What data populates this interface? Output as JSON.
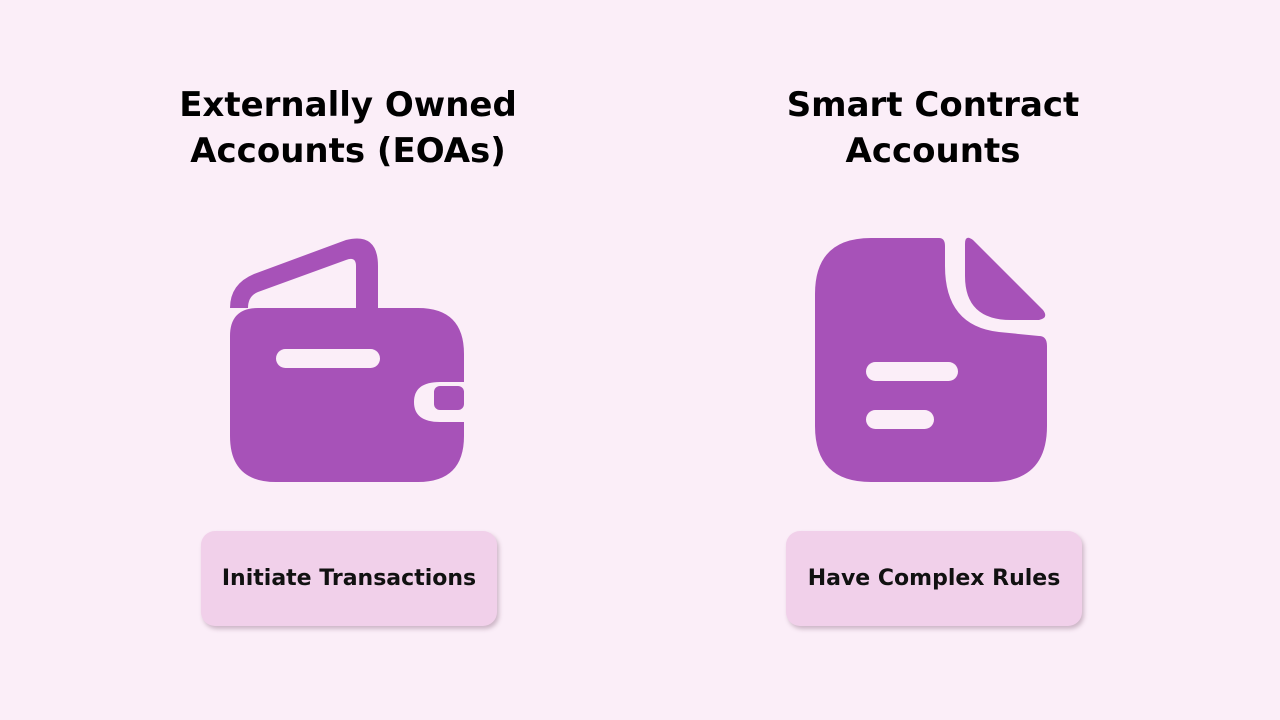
{
  "colors": {
    "background": "#fbeef8",
    "icon_fill": "#a752b8",
    "pill_fill": "#f1d0ea",
    "text": "#000000"
  },
  "left": {
    "title_line1": "Externally Owned",
    "title_line2": "Accounts (EOAs)",
    "icon": "wallet-icon",
    "pill_label": "Initiate Transactions"
  },
  "right": {
    "title_line1": "Smart Contract",
    "title_line2": "Accounts",
    "icon": "document-icon",
    "pill_label": "Have Complex Rules"
  }
}
